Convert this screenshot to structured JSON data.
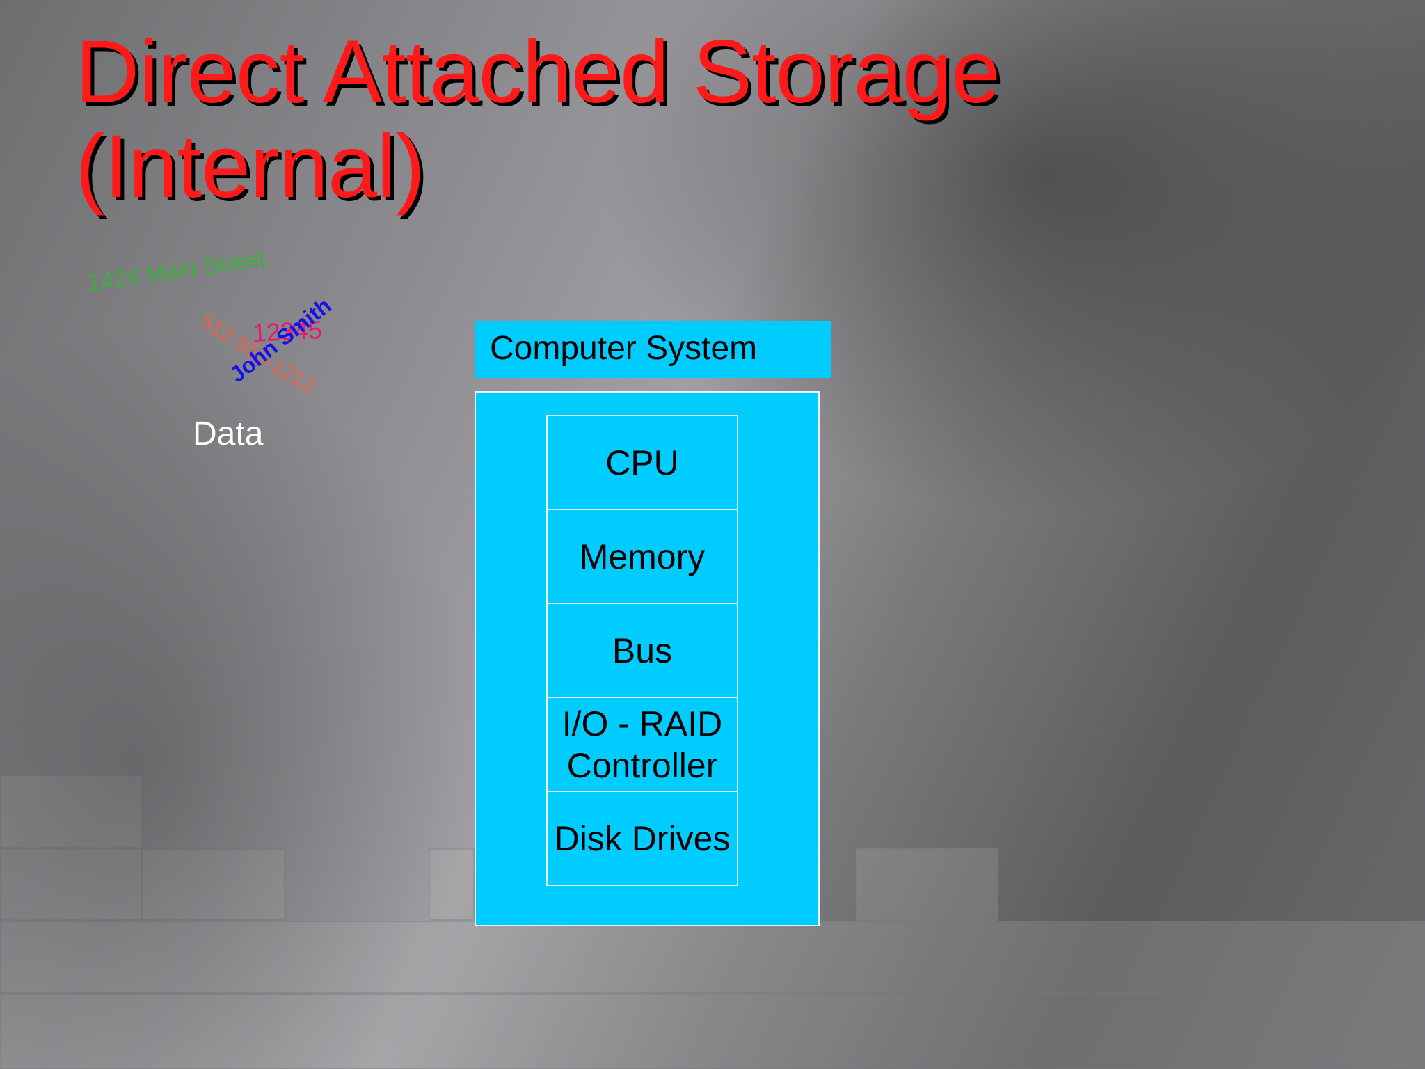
{
  "slide": {
    "title_line1": "Direct Attached Storage",
    "title_line2": "(Internal)"
  },
  "data_cluster": {
    "address": "1424 Main Street",
    "phone": "512-555-1212",
    "zip": "12345",
    "name": "John Smith",
    "label": "Data"
  },
  "computer_system": {
    "header": "Computer System",
    "layers": [
      "CPU",
      "Memory",
      "Bus",
      "I/O - RAID Controller",
      "Disk Drives"
    ]
  },
  "colors": {
    "title": "#ff1a1a",
    "box": "#00ccff",
    "address": "#3fae3f",
    "phone": "#e8624a",
    "zip": "#e8186e",
    "name": "#1414e6"
  }
}
